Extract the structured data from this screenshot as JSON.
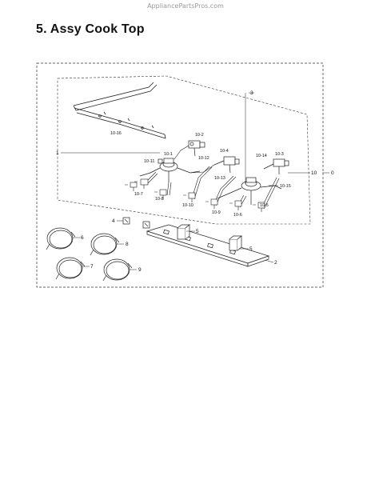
{
  "watermark": "AppliancePartsPros.com",
  "title": "5.  Assy Cook Top",
  "callouts": {
    "c1": "1",
    "c2": "2",
    "c3": "3",
    "c4": "4",
    "c5a": "5",
    "c5b": "5",
    "c6": "6",
    "c7": "7",
    "c8": "8",
    "c9": "9",
    "c10": "10",
    "c0": "0",
    "c10_1": "10-1",
    "c10_2": "10-2",
    "c10_3": "10-3",
    "c10_4": "10-4",
    "c10_5": "10-5",
    "c10_6": "10-6",
    "c10_7": "10-7",
    "c10_8": "10-8",
    "c10_9": "10-9",
    "c10_10": "10-10",
    "c10_11": "10-11",
    "c10_12": "10-12",
    "c10_13": "10-13",
    "c10_14": "10-14",
    "c10_15": "10-15",
    "c10_16": "10-16"
  }
}
